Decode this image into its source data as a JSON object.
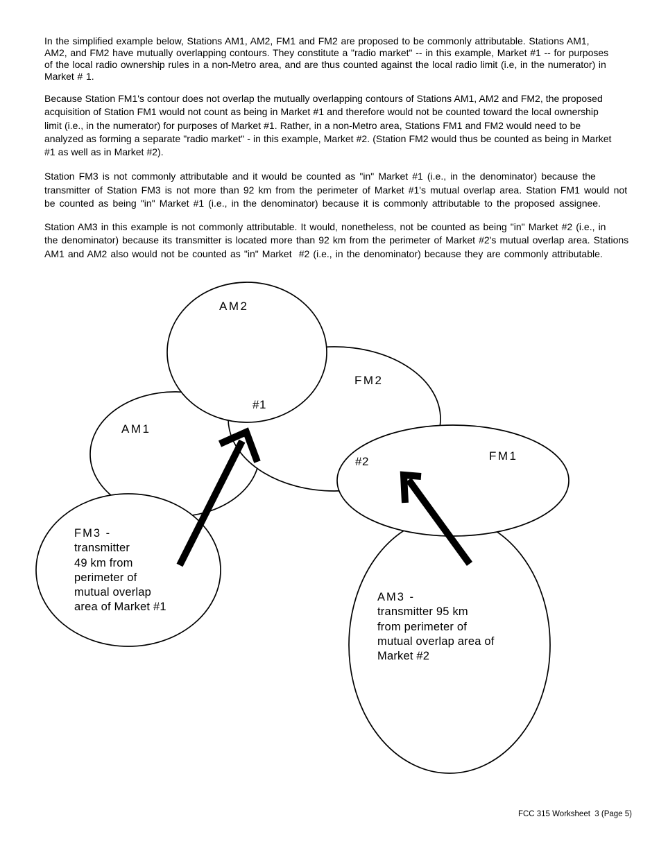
{
  "paragraphs": [
    {
      "lines": [
        "In the simplified example below, Stations AM1, AM2, FM1 and FM2 are proposed to be commonly attributable. Stations AM1,",
        "AM2, and FM2 have mutually overlapping contours. They constitute a \"radio market\" -- in this example, Market #1 -- for purposes",
        "of the local radio ownership rules in a non-Metro area, and are thus counted against the local radio limit (i.e, in the numerator) in",
        "Market # 1."
      ]
    },
    {
      "lines": [
        "Because Station FM1's contour does not overlap the mutually overlapping contours of Stations AM1, AM2 and FM2, the proposed",
        "acquisition of Station FM1 would not count as being in Market #1 and therefore would not be counted toward the local ownership",
        "limit (i.e., in the numerator) for purposes of Market #1. Rather, in a non-Metro area, Stations FM1 and FM2 would need to be",
        "analyzed as forming a separate \"radio market\" - in this example, Market #2. (Station FM2 would thus be counted as being in Market",
        "#1 as well as in Market #2)."
      ]
    },
    {
      "lines": [
        "Station FM3 is not commonly attributable and it would be counted as \"in\" Market #1 (i.e., in the denominator) because the",
        "transmitter of Station FM3 is not more than 92 km from the perimeter of Market #1's mutual overlap area. Station FM1 would not",
        "be counted as being \"in\" Market #1 (i.e., in the denominator) because it is commonly attributable to the proposed assignee."
      ]
    },
    {
      "lines": [
        "Station AM3 in this example is not commonly attributable. It would, nonetheless, not be counted as being \"in\" Market #2 (i.e., in",
        "the denominator) because its transmitter is located more than 92 km from the perimeter of Market #2's mutual overlap area. Stations",
        "AM1 and AM2 also would not be counted as \"in\" Market  #2 (i.e., in the denominator) because they are commonly attributable."
      ]
    }
  ],
  "diagram": {
    "labels": {
      "am2": "AM2",
      "market1": "#1",
      "fm2": "FM2",
      "am1": "AM1",
      "market2": "#2",
      "fm1": "FM1"
    },
    "fm3_note": [
      "FM3 -",
      "transmitter",
      "49 km from",
      "perimeter of",
      "mutual overlap",
      "area of Market #1"
    ],
    "am3_note": [
      "AM3 -",
      "transmitter 95 km",
      "from perimeter of",
      "mutual overlap area of",
      "Market #2"
    ],
    "colors": {
      "ink": "#000000",
      "paper": "#ffffff"
    }
  },
  "footer": {
    "text": "FCC 315 Worksheet  3 (Page 5)"
  }
}
